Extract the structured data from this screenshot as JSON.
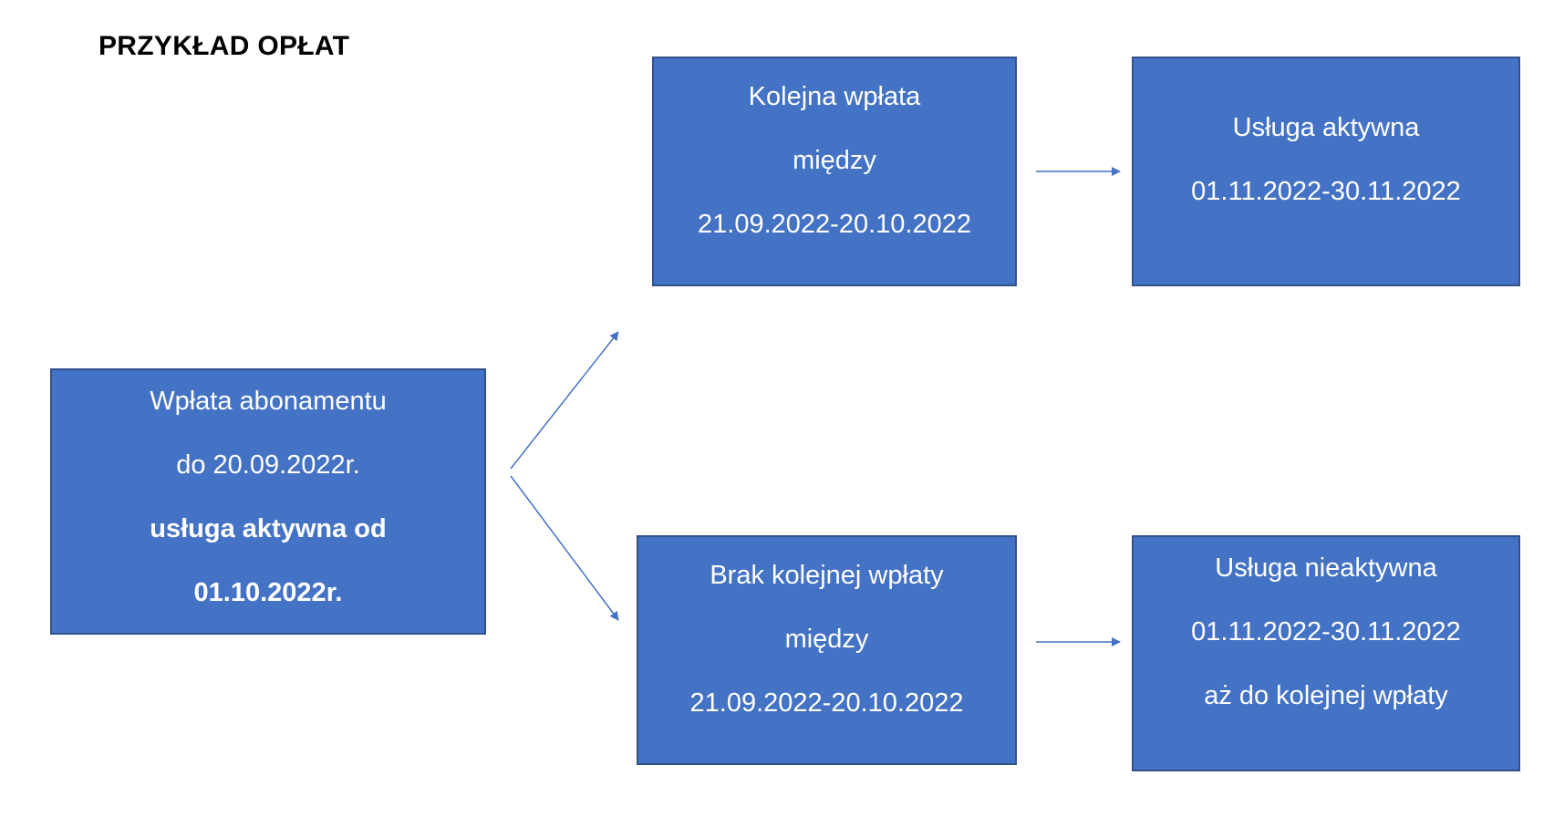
{
  "title": "PRZYKŁAD OPŁAT",
  "colors": {
    "box_fill": "#4472C4",
    "box_border": "#2F528F",
    "arrow": "#4472C4",
    "text": "#FFFFFF"
  },
  "boxes": {
    "start": {
      "line1": "Wpłata abonamentu",
      "line2": "do 20.09.2022r.",
      "line3": "usługa aktywna od",
      "line4": "01.10.2022r."
    },
    "next_payment": {
      "line1": "Kolejna wpłata",
      "line2": "między",
      "line3": "21.09.2022-20.10.2022"
    },
    "no_payment": {
      "line1": "Brak kolejnej wpłaty",
      "line2": "między",
      "line3": "21.09.2022-20.10.2022"
    },
    "service_active": {
      "line1": "Usługa aktywna",
      "line2": "01.11.2022-30.11.2022"
    },
    "service_inactive": {
      "line1": "Usługa nieaktywna",
      "line2": "01.11.2022-30.11.2022",
      "line3": "aż do kolejnej wpłaty"
    }
  }
}
